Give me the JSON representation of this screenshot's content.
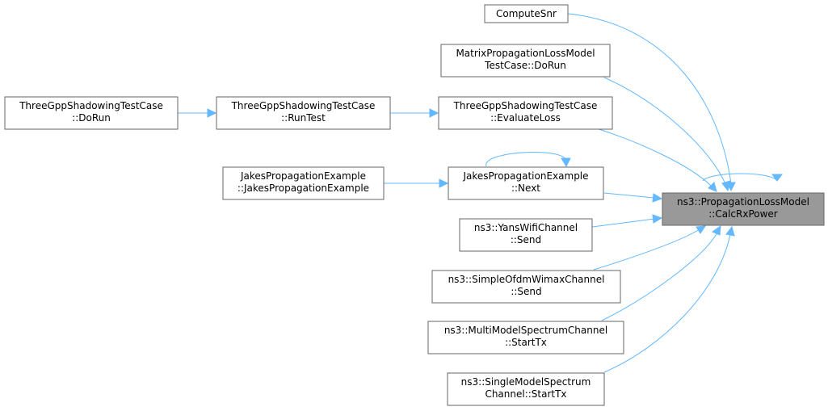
{
  "graph": {
    "colors": {
      "edge": "#63b8ff",
      "node_fill": "#ffffff",
      "node_border": "#666666",
      "target_fill": "#999999"
    },
    "target": {
      "line1": "ns3::PropagationLossModel",
      "line2": "::CalcRxPower"
    },
    "nodes": {
      "compute_snr": {
        "line1": "ComputeSnr"
      },
      "matrix_doRun": {
        "line1": "MatrixPropagationLossModel",
        "line2": "TestCase::DoRun"
      },
      "threegpp_doRun": {
        "line1": "ThreeGppShadowingTestCase",
        "line2": "::DoRun"
      },
      "threegpp_runTest": {
        "line1": "ThreeGppShadowingTestCase",
        "line2": "::RunTest"
      },
      "threegpp_evaluateLoss": {
        "line1": "ThreeGppShadowingTestCase",
        "line2": "::EvaluateLoss"
      },
      "jakes_ctor": {
        "line1": "JakesPropagationExample",
        "line2": "::JakesPropagationExample"
      },
      "jakes_next": {
        "line1": "JakesPropagationExample",
        "line2": "::Next"
      },
      "yans_send": {
        "line1": "ns3::YansWifiChannel",
        "line2": "::Send"
      },
      "ofdm_send": {
        "line1": "ns3::SimpleOfdmWimaxChannel",
        "line2": "::Send"
      },
      "multimodel_startTx": {
        "line1": "ns3::MultiModelSpectrumChannel",
        "line2": "::StartTx"
      },
      "singlemodel_startTx": {
        "line1": "ns3::SingleModelSpectrum",
        "line2": "Channel::StartTx"
      }
    }
  }
}
